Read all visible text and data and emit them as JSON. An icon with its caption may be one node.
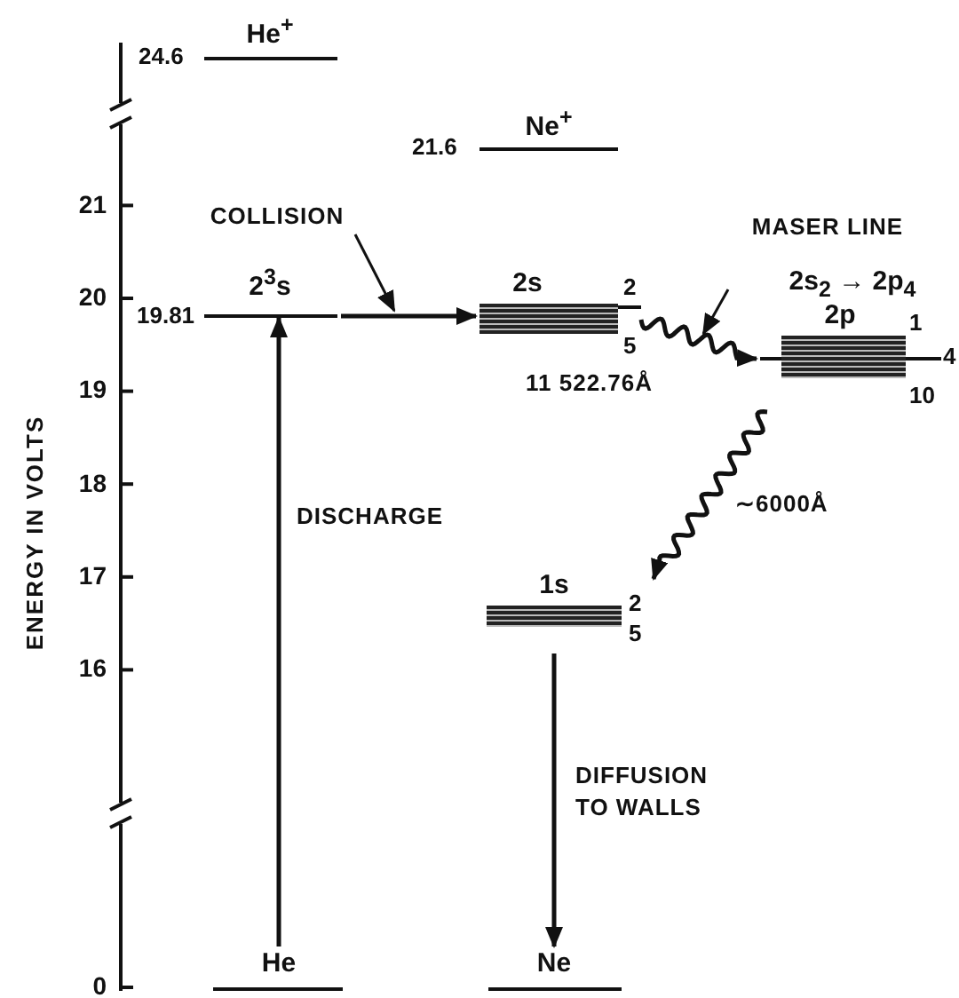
{
  "diagram": {
    "nodes": [
      {
        "text": [
          "He$^{+}$"
        ],
        "beside": [
          "24.6"
        ]
      },
      {
        "text": [
          "Ne$^{+}$"
        ],
        "beside": [
          "21.6"
        ]
      },
      {
        "text": [
          "COLLISION"
        ]
      },
      {
        "text": [
          "MASER LINE",
          "2s$_{2}$ → 2p$_{4}$"
        ]
      },
      {
        "text": [
          "2$^{3}$s"
        ],
        "beside": [
          "19.81"
        ]
      },
      {
        "text": [
          "2s"
        ],
        "beside": [
          "2",
          "5"
        ]
      },
      {
        "text": [
          "2p"
        ],
        "beside": [
          "1",
          "4",
          "10"
        ]
      },
      {
        "text": [
          "1s"
        ],
        "beside": [
          "2",
          "5"
        ]
      },
      {
        "text": [
          "He"
        ]
      },
      {
        "text": [
          "Ne"
        ]
      }
    ],
    "edges": [
      {
        "from": 8,
        "to": 4,
        "arrow": "to",
        "label": "DISCHARGE"
      },
      {
        "from": 4,
        "to": 5,
        "arrow": "to"
      },
      {
        "from": 2,
        "to": null,
        "arrow": "to"
      },
      {
        "from": 5,
        "to": 6,
        "arrow": "to",
        "label": "11 522.76Å"
      },
      {
        "from": 3,
        "to": null,
        "arrow": "to"
      },
      {
        "from": 6,
        "to": 7,
        "arrow": "to",
        "label": "∼6000Å"
      },
      {
        "from": 7,
        "to": 9,
        "arrow": "to",
        "label": "DIFFUSION TO WALLS"
      }
    ],
    "labels": [
      "ENERGY IN VOLTS",
      "21",
      "20",
      "19",
      "18",
      "17",
      "16",
      "0"
    ]
  }
}
